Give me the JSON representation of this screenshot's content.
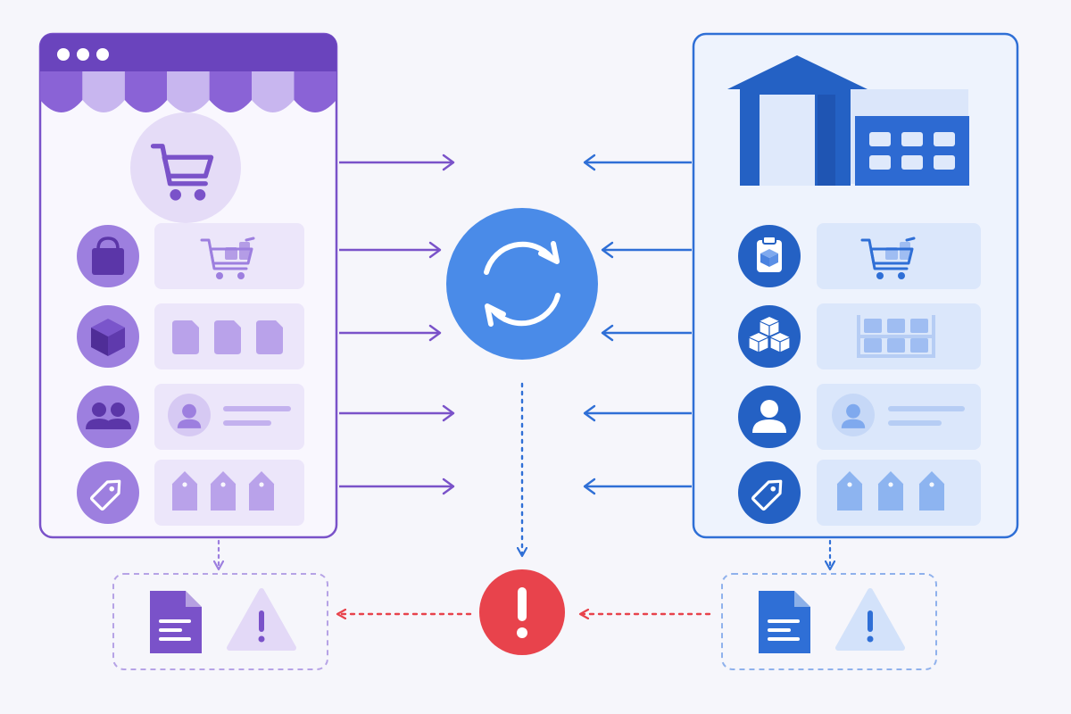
{
  "colors": {
    "background": "#f6f6fb",
    "store_primary": "#7a52c9",
    "store_dark": "#6a44bd",
    "store_mid": "#9d7fdf",
    "store_light": "#e5dcf7",
    "store_panel": "#ece6fa",
    "warehouse_primary": "#2f6fd6",
    "warehouse_dark": "#2461c4",
    "warehouse_mid": "#7fa9ee",
    "warehouse_light": "#dbe7fb",
    "warehouse_panel": "#e6eefc",
    "sync_hub": "#4a8be8",
    "error": "#e8434c",
    "white": "#ffffff"
  },
  "store": {
    "window_dots": 3,
    "hero_icon": "shopping-cart-icon",
    "rows": [
      {
        "icon": "shopping-bag-icon",
        "content": "cart-illustration"
      },
      {
        "icon": "box-icon",
        "content": "document-tiles"
      },
      {
        "icon": "users-icon",
        "content": "profile-card"
      },
      {
        "icon": "price-tag-icon",
        "content": "price-tags"
      }
    ]
  },
  "warehouse": {
    "hero_icon": "warehouse-building-icon",
    "rows": [
      {
        "icon": "clipboard-box-icon",
        "content": "cart-illustration"
      },
      {
        "icon": "stacked-boxes-icon",
        "content": "shelf-inventory"
      },
      {
        "icon": "user-icon",
        "content": "profile-card"
      },
      {
        "icon": "price-tag-icon",
        "content": "price-tags"
      }
    ]
  },
  "sync": {
    "icon": "sync-arrows-icon"
  },
  "error": {
    "icon": "exclamation-icon"
  },
  "error_logs": [
    {
      "side": "store",
      "icons": [
        "document-icon",
        "warning-triangle-icon"
      ]
    },
    {
      "side": "warehouse",
      "icons": [
        "document-icon",
        "warning-triangle-icon"
      ]
    }
  ]
}
